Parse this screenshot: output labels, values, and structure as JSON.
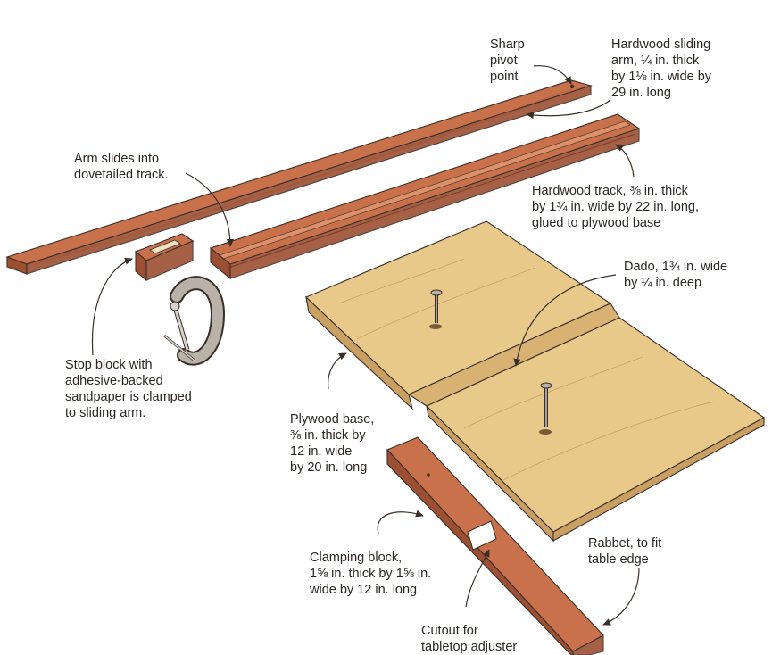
{
  "labels": {
    "sharp_pivot": "Sharp\npivot\npoint",
    "sliding_arm": "Hardwood sliding\narm, ¼ in. thick\nby 1⅛ in. wide by\n29 in. long",
    "arm_slides": "Arm slides into\ndovetailed track.",
    "track": "Hardwood track, ⅜ in. thick\nby 1¾ in. wide by 22 in. long,\nglued to plywood base",
    "dado": "Dado, 1¾ in. wide\nby ¼ in. deep",
    "stop_block": "Stop block with\nadhesive-backed\nsandpaper is clamped\nto sliding arm.",
    "plywood_base": "Plywood base,\n⅜ in. thick by\n12 in. wide\nby 20 in. long",
    "clamping_block": "Clamping block,\n1⅝ in. thick by 1⅝ in.\nwide by 12 in. long",
    "rabbet": "Rabbet, to fit\ntable edge",
    "cutout": "Cutout for\ntabletop adjuster"
  },
  "colors": {
    "plywood": "#e9c98a",
    "plywood_edge": "#c9a062",
    "hardwood": "#c8714a",
    "hardwood_dark": "#9c4f31",
    "hardwood_light": "#dc916a",
    "clamp": "#b8b2a8",
    "ink": "#3a2f28"
  }
}
